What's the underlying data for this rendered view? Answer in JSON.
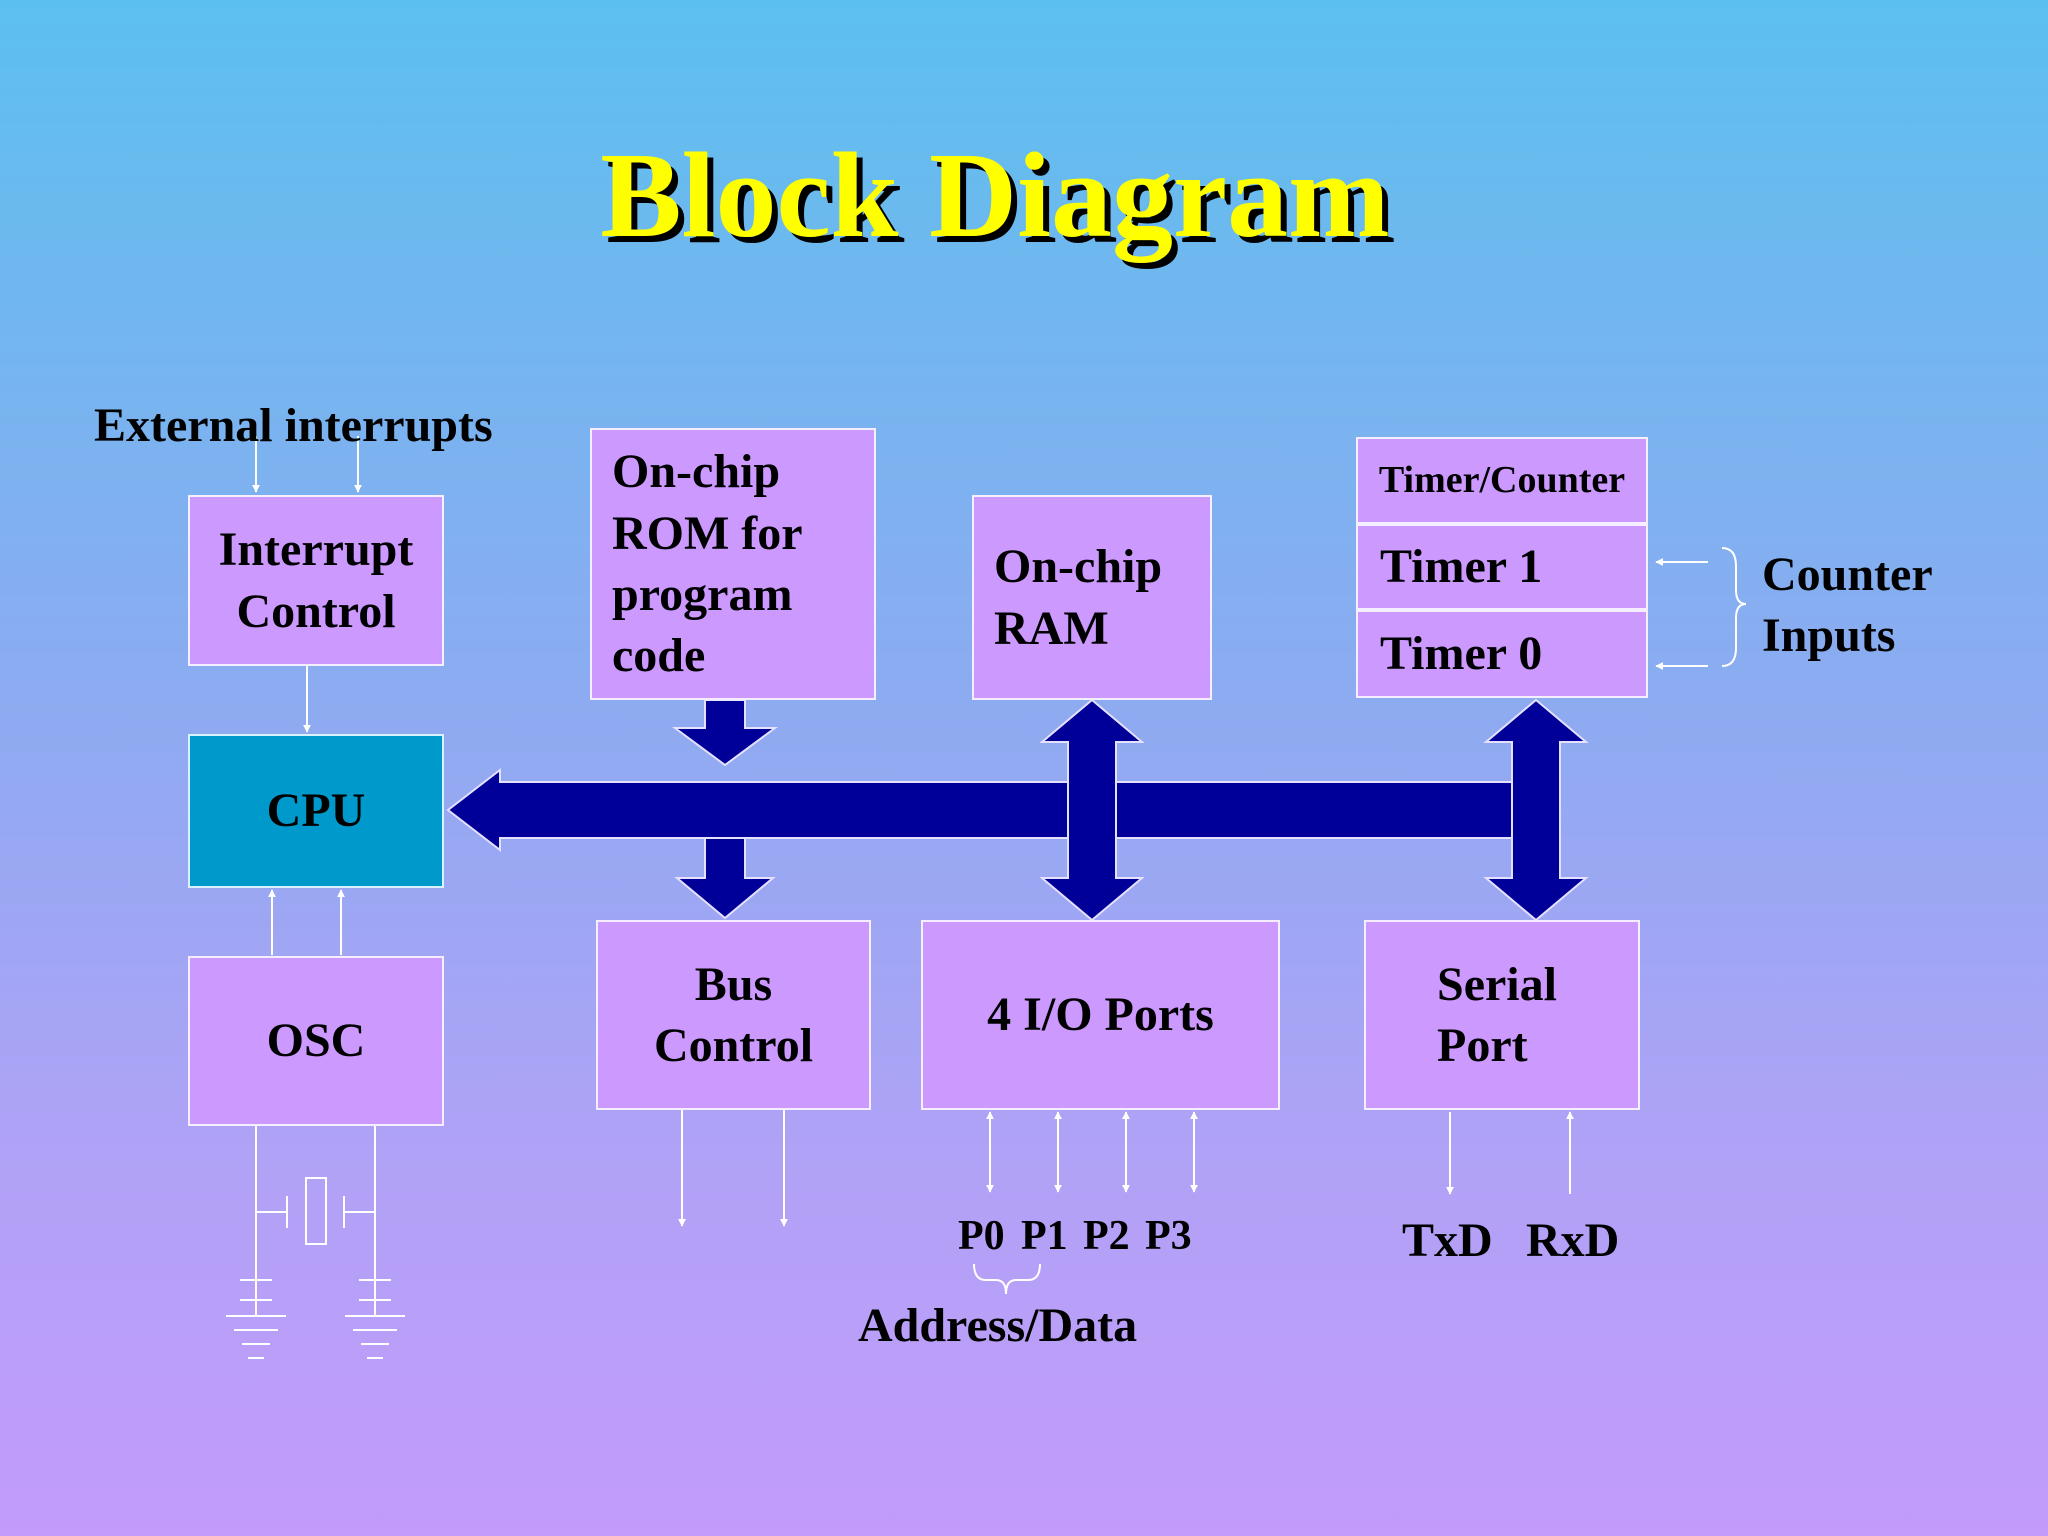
{
  "title": "Block Diagram",
  "labels": {
    "external_interrupts": "External interrupts",
    "counter_inputs_1": "Counter",
    "counter_inputs_2": "Inputs",
    "p0": "P0",
    "p1": "P1",
    "p2": "P2",
    "p3": "P3",
    "address_data": "Address/Data",
    "txd": "TxD",
    "rxd": "RxD"
  },
  "blocks": {
    "interrupt_control": {
      "line1": "Interrupt",
      "line2": "Control"
    },
    "cpu": "CPU",
    "osc": "OSC",
    "rom": {
      "line1": "On-chip",
      "line2": "ROM for",
      "line3": "program",
      "line4": "code"
    },
    "ram": {
      "line1": "On-chip",
      "line2": "RAM"
    },
    "timer_counter": "Timer/Counter",
    "timer1": "Timer 1",
    "timer0": "Timer 0",
    "bus_control": {
      "line1": "Bus",
      "line2": "Control"
    },
    "io_ports": "4 I/O Ports",
    "serial_port": {
      "line1": "Serial",
      "line2": "Port"
    }
  },
  "colors": {
    "background_top": "#5cc0ee",
    "background_bottom": "#c39bfa",
    "title": "#ffff00",
    "block_fill": "#cc99ff",
    "cpu_fill": "#0099cc",
    "bus": "#000099",
    "connector": "#ffffff"
  }
}
